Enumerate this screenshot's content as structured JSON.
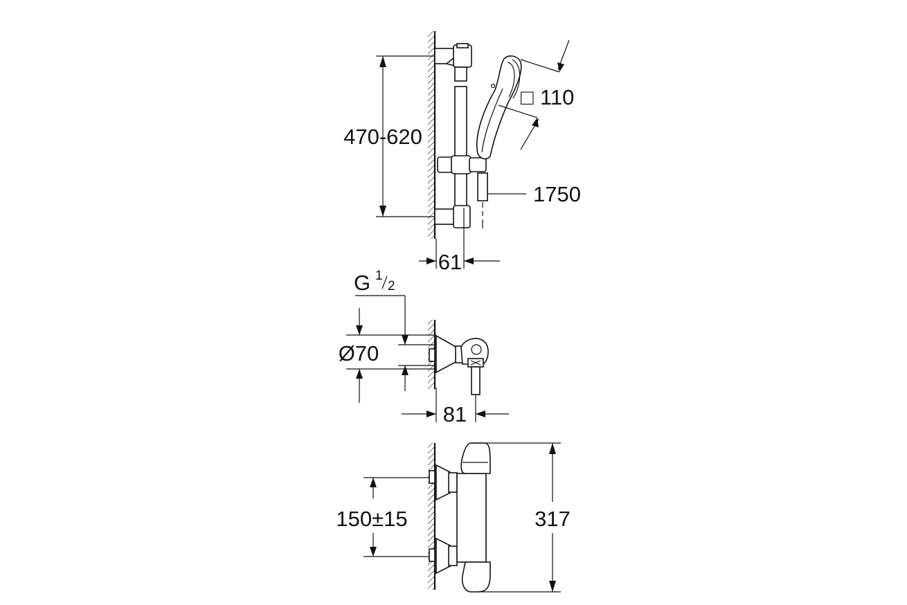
{
  "drawing": {
    "top_view": {
      "height_range": "470-620",
      "head_square_symbol": "□",
      "head_size": "110",
      "hose_length": "1750",
      "wall_offset": "61"
    },
    "middle_view": {
      "thread_letter": "G",
      "thread_num": "1",
      "thread_den": "2",
      "diameter": "Ø70",
      "projection": "81"
    },
    "bottom_view": {
      "centers": "150±15",
      "height": "317"
    }
  }
}
